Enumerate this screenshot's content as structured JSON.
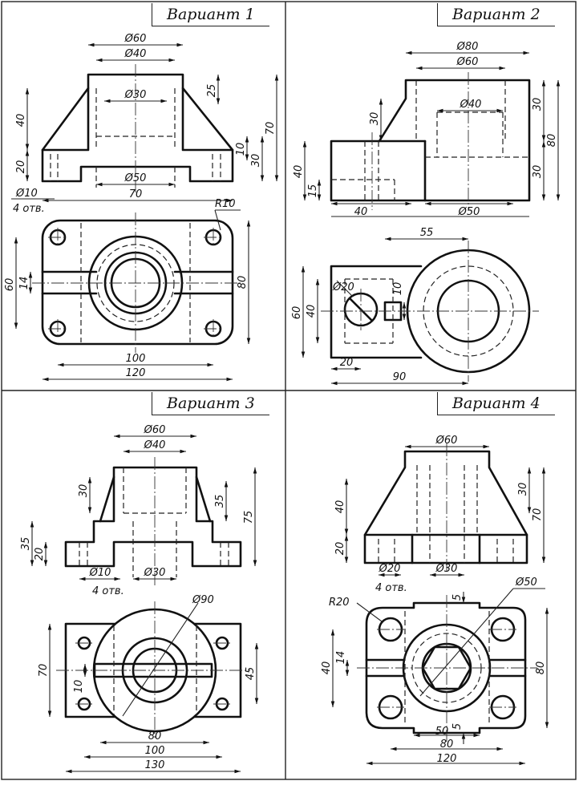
{
  "variants": [
    {
      "title": "Вариант 1"
    },
    {
      "title": "Вариант 2"
    },
    {
      "title": "Вариант 3"
    },
    {
      "title": "Вариант 4"
    }
  ],
  "v1": {
    "d_60": "Ø60",
    "d_40": "Ø40",
    "d_30": "Ø30",
    "d_50": "Ø50",
    "d_10": "Ø10",
    "holes": "4 отв.",
    "h_40": "40",
    "h_20": "20",
    "h_25": "25",
    "h_70": "70",
    "h_10": "10",
    "h_30": "30",
    "w_70": "70",
    "r_10": "R10",
    "h_60": "60",
    "h_14": "14",
    "h_80": "80",
    "w_100": "100",
    "w_120": "120"
  },
  "v2": {
    "d_80": "Ø80",
    "d_60": "Ø60",
    "d_40": "Ø40",
    "d_50": "Ø50",
    "d_20": "Ø20",
    "h_30a": "30",
    "h_30b": "30",
    "h_30c": "30",
    "h_80": "80",
    "h_40": "40",
    "h_15": "15",
    "w_40": "40",
    "w_55": "55",
    "h_60": "60",
    "h_40b": "40",
    "h_10": "10",
    "w_20": "20",
    "w_90": "90"
  },
  "v3": {
    "d_60": "Ø60",
    "d_40": "Ø40",
    "d_10": "Ø10",
    "d_30": "Ø30",
    "d_90": "Ø90",
    "holes": "4 отв.",
    "h_30": "30",
    "h_35a": "35",
    "h_75": "75",
    "h_35b": "35",
    "h_20": "20",
    "h_70": "70",
    "h_10": "10",
    "h_45": "45",
    "w_80": "80",
    "w_100": "100",
    "w_130": "130"
  },
  "v4": {
    "d_60": "Ø60",
    "d_20": "Ø20",
    "d_30": "Ø30",
    "d_50": "Ø50",
    "holes": "4 отв.",
    "h_40": "40",
    "h_20": "20",
    "h_30": "30",
    "h_70": "70",
    "r_20": "R20",
    "h_5a": "5",
    "h_40b": "40",
    "h_14": "14",
    "h_80": "80",
    "h_5b": "5",
    "w_50": "50",
    "w_80": "80",
    "w_120": "120"
  }
}
